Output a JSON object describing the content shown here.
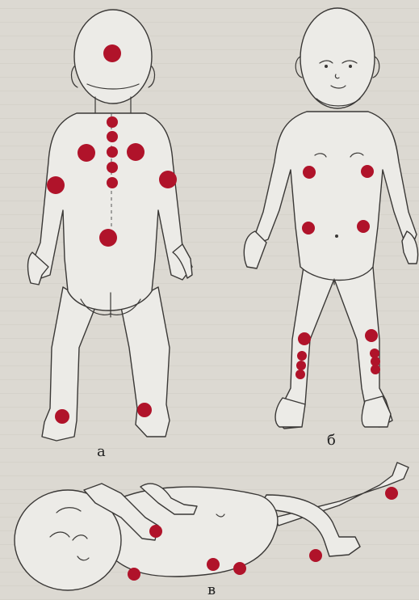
{
  "labels": {
    "a": "а",
    "b": "б",
    "v": "в"
  },
  "colors": {
    "point": "#b0132a",
    "outline": "#3a3836",
    "body": "#ecebe7",
    "background": "#dcd9d2"
  }
}
